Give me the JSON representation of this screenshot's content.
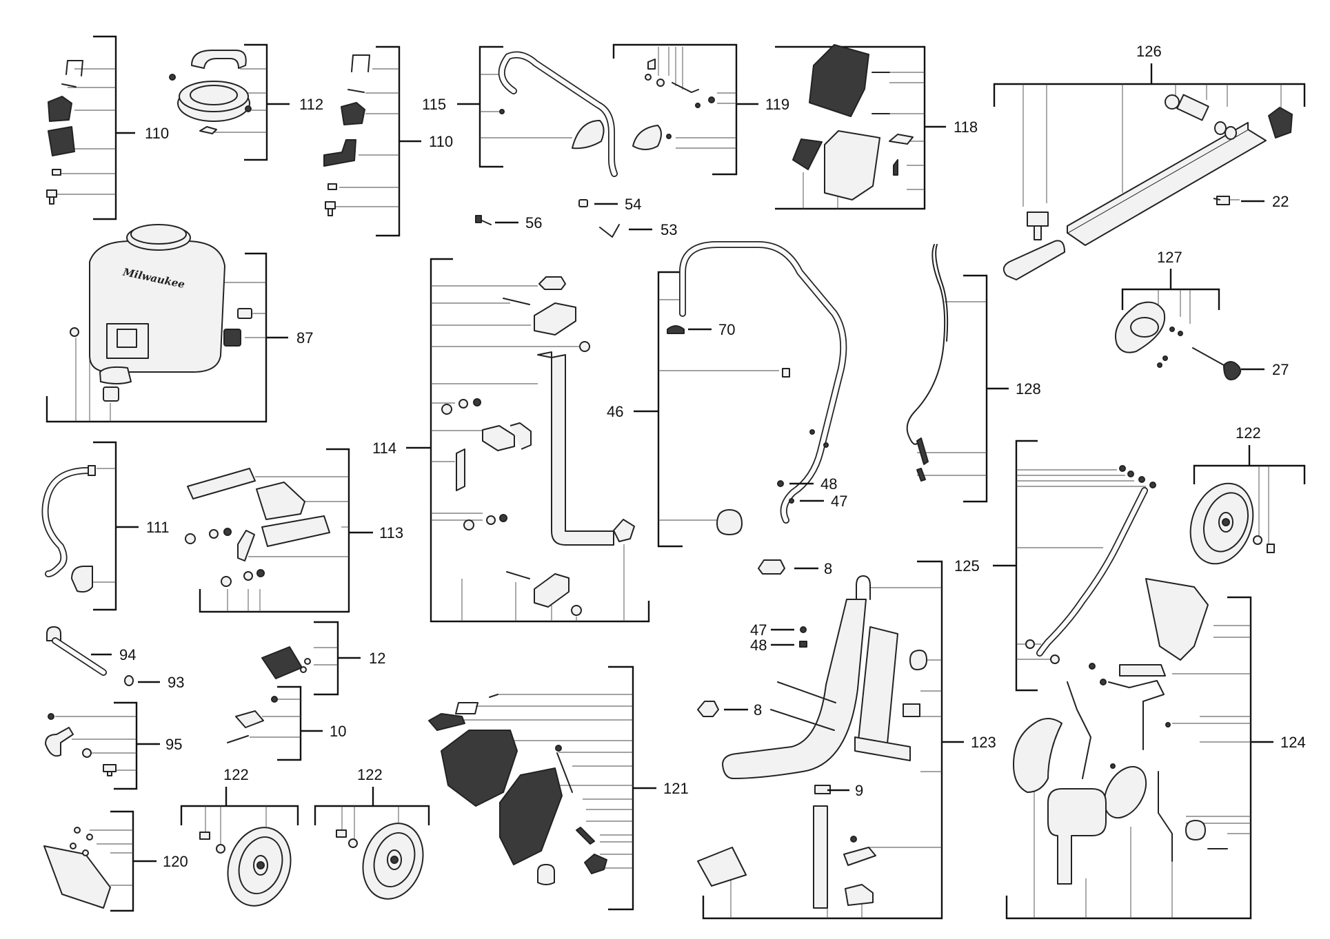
{
  "diagram": {
    "callouts": {
      "c110a": "110",
      "c112": "112",
      "c110b": "110",
      "c115": "115",
      "c119": "119",
      "c118": "118",
      "c126": "126",
      "c22": "22",
      "c127": "127",
      "c27": "27",
      "c56": "56",
      "c54": "54",
      "c53": "53",
      "c87": "87",
      "c114": "114",
      "c70": "70",
      "c46": "46",
      "c128": "128",
      "c48a": "48",
      "c47a": "47",
      "c122a": "122",
      "c125": "125",
      "c111": "111",
      "c113": "113",
      "c8a": "8",
      "c47b": "47",
      "c48b": "48",
      "c94": "94",
      "c12": "12",
      "c93": "93",
      "c8b": "8",
      "c123": "123",
      "c124": "124",
      "c95": "95",
      "c10": "10",
      "c121": "121",
      "c9": "9",
      "c122b": "122",
      "c122c": "122",
      "c120": "120"
    },
    "tank_logo": "Milwaukee"
  }
}
